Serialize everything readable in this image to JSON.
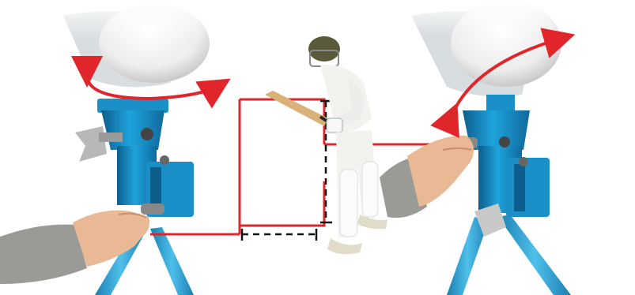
{
  "image": {
    "kind": "photo-illustration",
    "subject": "cricket-bowling-machine-adjustment",
    "colors": {
      "background": "#ffffff",
      "machine_blue": "#1b8fc8",
      "machine_blue_dark": "#0d5e8c",
      "arrow_red": "#e0262b",
      "frame_red": "#e0262b",
      "dashed_line": "#111111",
      "skin": "#e9b894",
      "sleeve_grey": "#9a9a96",
      "batsman_white": "#f2f2ee",
      "helmet_green": "#5a5a3a",
      "bat_wood": "#d9b27a"
    },
    "icons": {
      "left_arrow": "curved-double-arrow-horizontal",
      "right_arrow": "curved-double-arrow-vertical"
    }
  }
}
